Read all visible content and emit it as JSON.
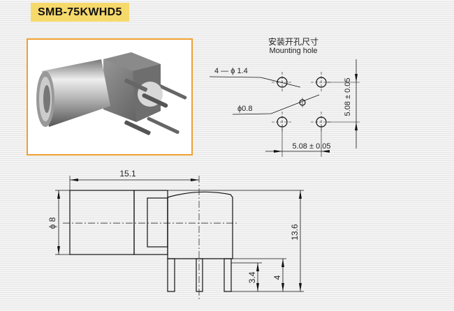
{
  "title": "SMB-75KWHD5",
  "mounting_hole": {
    "title_cn": "安装开孔尺寸",
    "title_en": "Mounting hole",
    "label_4holes": "4 — ϕ 1.4",
    "label_center": "ϕ0.8",
    "dim_vertical": "5.08 ± 0.05",
    "dim_horizontal": "5.08 ± 0.05"
  },
  "side_view": {
    "dim_length": "15.1",
    "dim_diameter": "ϕ 8",
    "dim_height": "13.6",
    "dim_pin_a": "3.4",
    "dim_pin_b": "4"
  }
}
